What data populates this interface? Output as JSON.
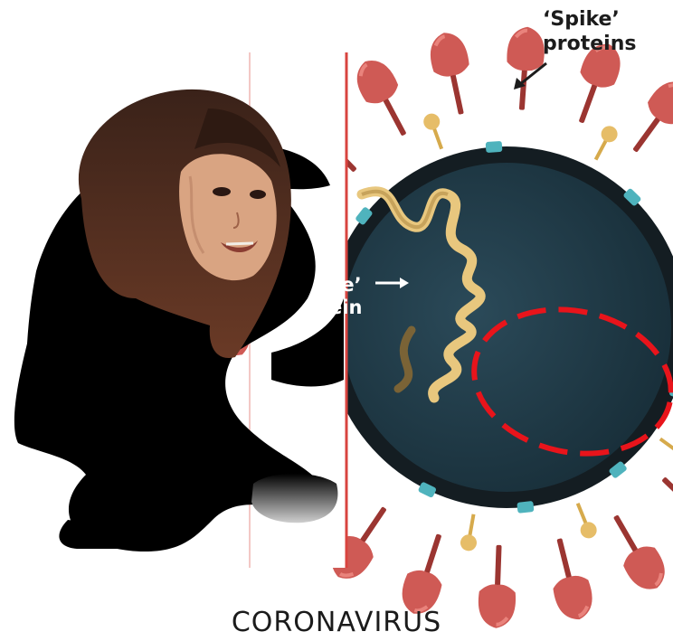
{
  "labels": {
    "spike_line1": "‘Spike’",
    "spike_line2": "proteins",
    "rna_line1": "ke’",
    "rna_line2": "ein",
    "caption": "CORONAVIRUS"
  },
  "colors": {
    "spike": "#cf5a55",
    "virus_core": "#1f3845",
    "membrane": "#141d22",
    "rna": "#e8c77e",
    "highlight": "#e8141b"
  }
}
